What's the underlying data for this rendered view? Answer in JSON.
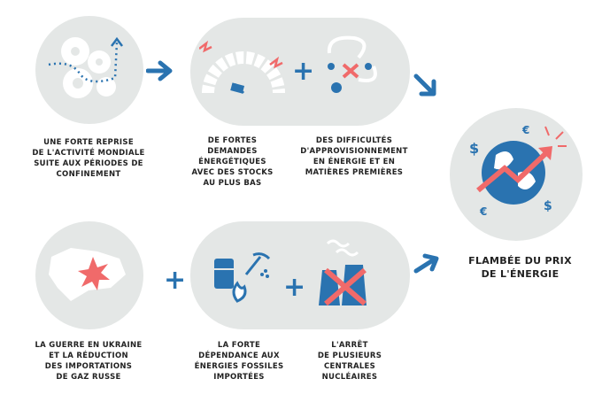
{
  "colors": {
    "blue": "#2a73b0",
    "red": "#f06a6a",
    "blob": "#e4e7e6"
  },
  "causes_top": [
    {
      "lines": [
        "Une forte reprise",
        "de l'activité mondiale",
        "suite aux périodes de",
        "confinement"
      ],
      "icon": "gears-icon"
    },
    {
      "lines": [
        "De fortes demandes",
        "énergétiques",
        "avec des stocks",
        "au plus bas"
      ],
      "icon": "gauge-icon"
    },
    {
      "lines": [
        "Des difficultés",
        "d'approvisionnement",
        "en énergie et en",
        "matières premières"
      ],
      "icon": "supply-disruption-icon"
    }
  ],
  "causes_bottom": [
    {
      "lines": [
        "La guerre en Ukraine",
        "et la réduction",
        "des importations",
        "de gaz russe"
      ],
      "icon": "ukraine-map-icon"
    },
    {
      "lines": [
        "La forte",
        "dépendance aux",
        "énergies fossiles",
        "importées"
      ],
      "icon": "fossil-fuel-icon"
    },
    {
      "lines": [
        "L'arrêt",
        "de plusieurs",
        "centrales",
        "nucléaires"
      ],
      "icon": "nuclear-plant-icon"
    }
  ],
  "result": {
    "lines": [
      "Flambée du prix",
      "de l'énergie"
    ],
    "icon": "globe-rising-price-icon"
  },
  "symbols": {
    "plus": "+",
    "dollar": "$",
    "euro": "€"
  }
}
